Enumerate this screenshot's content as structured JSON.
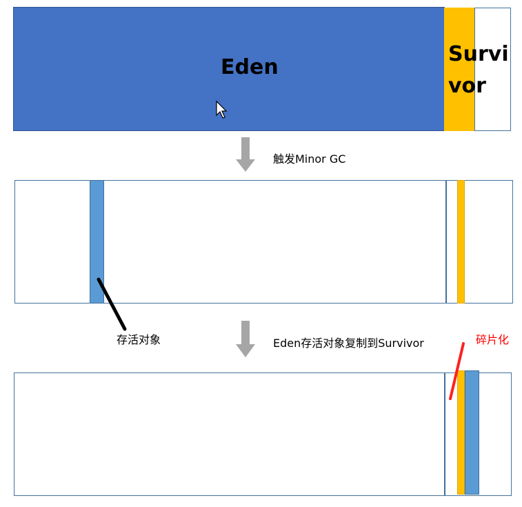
{
  "labels": {
    "eden": "Eden",
    "survivor": "Survivor",
    "trigger": "触发Minor GC",
    "live_objects": "存活对象",
    "copy_step": "Eden存活对象复制到Survivor",
    "fragmentation": "碎片化"
  },
  "colors": {
    "eden_fill": "#4472c4",
    "survivor_fill": "#ffc000",
    "live_object": "#5b9bd5",
    "box_border": "#41719c",
    "arrow": "#a6a6a6",
    "pointer_black": "#000000",
    "pointer_red": "#ff2020"
  }
}
